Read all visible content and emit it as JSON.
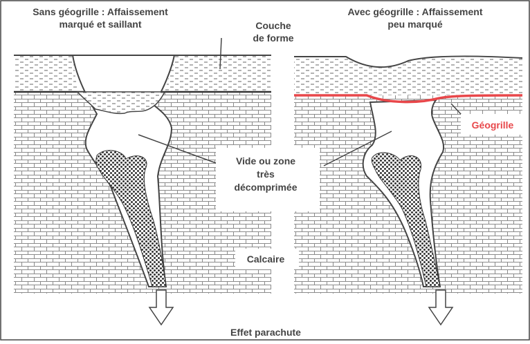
{
  "panels": {
    "left": {
      "title_line1": "Sans géogrille : Affaissement",
      "title_line2": "marqué et saillant"
    },
    "right": {
      "title_line1": "Avec géogrille : Affaissement",
      "title_line2": "peu marqué"
    }
  },
  "labels": {
    "couche_line1": "Couche",
    "couche_line2": "de forme",
    "vide_line1": "Vide ou zone",
    "vide_line2": "très",
    "vide_line3": "décomprimée",
    "calcaire": "Calcaire",
    "geogrille": "Géogrille",
    "parachute": "Effet parachute"
  },
  "colors": {
    "ink": "#444444",
    "brick": "#8a8a8a",
    "fill_soil": "#e9e9e9",
    "geogrid": "#e8474a",
    "label_box": "#ffffff"
  }
}
